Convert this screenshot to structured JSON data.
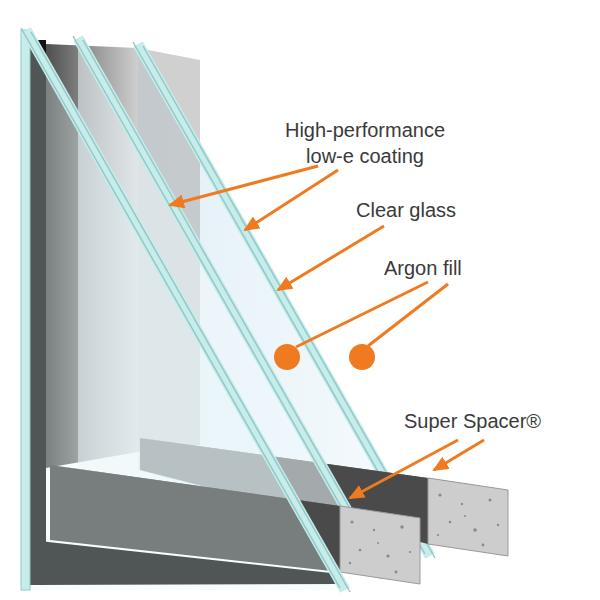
{
  "diagram": {
    "labels": [
      "High-performance low-e coating",
      "Clear glass",
      "Argon fill",
      "Super Spacer®"
    ]
  }
}
